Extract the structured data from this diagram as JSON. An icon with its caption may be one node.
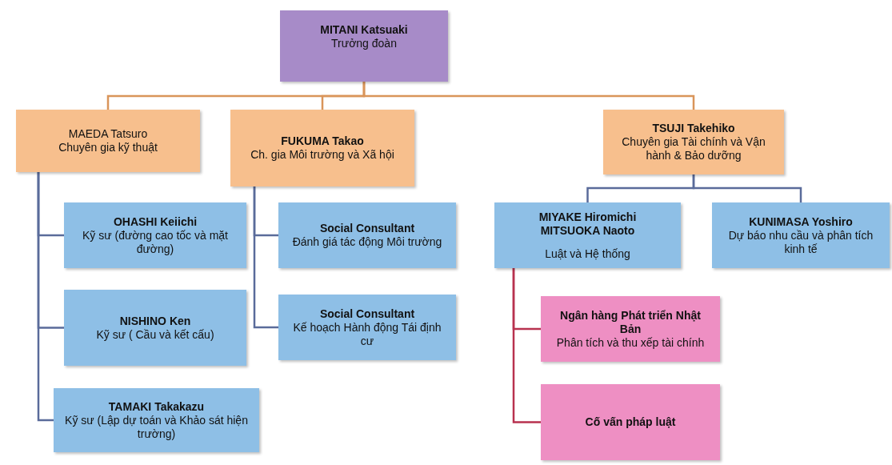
{
  "diagram": {
    "nodes": [
      {
        "text": [
          "MITANI Katsuaki",
          "Trưởng đoàn"
        ]
      },
      {
        "text": [
          "MAEDA Tatsuro",
          "Chuyên gia kỹ thuật"
        ]
      },
      {
        "text": [
          "FUKUMA Takao",
          "Ch. gia Môi trường và  Xã hội"
        ]
      },
      {
        "text": [
          "TSUJI Takehiko",
          "Chuyên gia Tài chính và Vận hành & Bảo dưỡng"
        ]
      },
      {
        "text": [
          "OHASHI Keiichi",
          "Kỹ sư (đường cao tốc và mặt đường)"
        ]
      },
      {
        "text": [
          "NISHINO Ken",
          "Kỹ sư ( Cầu và kết cấu)"
        ]
      },
      {
        "text": [
          "TAMAKI Takakazu",
          "Kỹ sư (Lập dự toán và Khảo sát hiện trường)"
        ]
      },
      {
        "text": [
          "Social Consultant",
          "Đánh giá tác động Môi trường"
        ]
      },
      {
        "text": [
          "Social Consultant",
          "Kế hoạch Hành động Tái định cư"
        ]
      },
      {
        "text": [
          "MIYAKE Hiromichi",
          "MITSUOKA Naoto",
          "Luật và Hệ thống"
        ]
      },
      {
        "text": [
          "KUNIMASA Yoshiro",
          "Dự báo nhu cầu và phân tích kinh tế"
        ]
      },
      {
        "text": [
          "Ngân hàng Phát triển Nhật Bản",
          "Phân tích và thu xếp tài chính"
        ]
      },
      {
        "text": [
          "Cố vấn pháp luật"
        ]
      }
    ],
    "edges": [
      {
        "from": 0,
        "to": 1,
        "arrow": "none",
        "color": "#d9955a"
      },
      {
        "from": 0,
        "to": 2,
        "arrow": "none",
        "color": "#d9955a"
      },
      {
        "from": 0,
        "to": 3,
        "arrow": "none",
        "color": "#d9955a"
      },
      {
        "from": 1,
        "to": 4,
        "arrow": "none"
      },
      {
        "from": 1,
        "to": 5,
        "arrow": "none"
      },
      {
        "from": 1,
        "to": 6,
        "arrow": "none"
      },
      {
        "from": 2,
        "to": 7,
        "arrow": "none"
      },
      {
        "from": 2,
        "to": 8,
        "arrow": "none"
      },
      {
        "from": 3,
        "to": 9,
        "arrow": "none"
      },
      {
        "from": 3,
        "to": 10,
        "arrow": "none"
      },
      {
        "from": 9,
        "to": 11,
        "arrow": "none",
        "color": "#b8324f"
      },
      {
        "from": 9,
        "to": 12,
        "arrow": "none",
        "color": "#b8324f"
      }
    ]
  }
}
